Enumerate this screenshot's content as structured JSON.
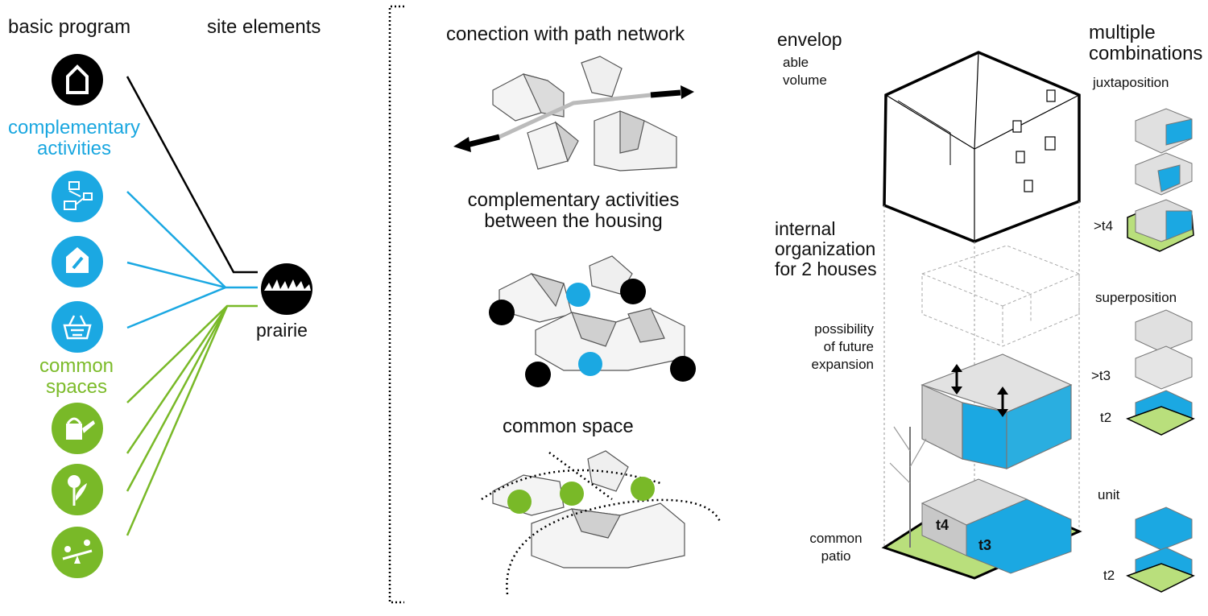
{
  "colors": {
    "black": "#000000",
    "blue": "#1ba8e2",
    "green": "#79b928",
    "grey": "#d6d6d6",
    "lightgreen": "#b9df7c"
  },
  "left": {
    "basic_program": "basic program",
    "site_elements": "site elements",
    "complementary": "complementary\nactivities",
    "common": "common\nspaces",
    "prairie": "prairie"
  },
  "middle": {
    "path_network": "conection with path network",
    "activities": "complementary  activities\nbetween the housing",
    "common_space": "common space"
  },
  "right": {
    "envelop": "envelop",
    "able_volume": "able\nvolume",
    "internal": "internal\norganization\nfor 2 houses",
    "possibility": "possibility\nof future\nexpansion",
    "common_patio": "common\npatio",
    "t4": "t4",
    "t3": "t3"
  },
  "far_right": {
    "multiple": "multiple\ncombinations",
    "juxtaposition": "juxtaposition",
    "gt4": ">t4",
    "superposition": "superposition",
    "gt3": ">t3",
    "t2a": "t2",
    "unit": "unit",
    "t2b": "t2"
  }
}
